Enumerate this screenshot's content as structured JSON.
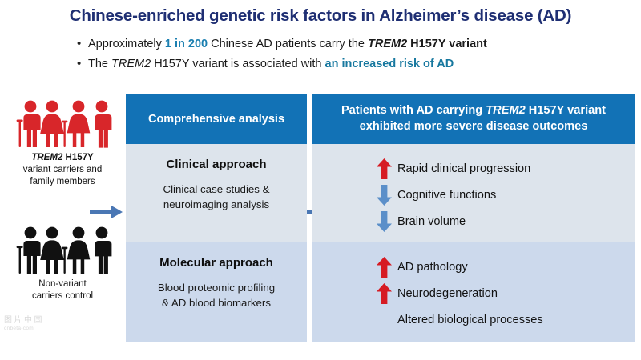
{
  "title": "Chinese-enriched genetic risk factors in Alzheimer’s disease (AD)",
  "colors": {
    "title_navy": "#1f2f73",
    "highlight_teal": "#1b7fb0",
    "header_blue": "#1272b6",
    "panel_top": "#dde4ec",
    "panel_bottom": "#ccd9ec",
    "arrow_blue": "#4a77b4",
    "up_arrow_red": "#d61b23",
    "down_arrow_blue": "#5b8fc9",
    "figure_red": "#d8262a",
    "figure_black": "#111111"
  },
  "bullets": [
    {
      "marker": "•",
      "segments": [
        {
          "text": "Approximately ",
          "style": "plain"
        },
        {
          "text": "1 in 200",
          "style": "highlight"
        },
        {
          "text": " Chinese AD patients carry the ",
          "style": "plain"
        },
        {
          "text": "TREM2",
          "style": "bold-italic"
        },
        {
          "text": " H157Y variant",
          "style": "bold"
        }
      ]
    },
    {
      "marker": "•",
      "segments": [
        {
          "text": "The ",
          "style": "plain"
        },
        {
          "text": "TREM2",
          "style": "italic"
        },
        {
          "text": " H157Y variant is associated with ",
          "style": "plain"
        },
        {
          "text": "an increased risk of AD",
          "style": "highlight"
        }
      ]
    }
  ],
  "left_column": {
    "variant_group": {
      "icon": "family-group-red-icon",
      "caption_bold": "TREM2 H157Y",
      "caption_line1": "variant carriers and",
      "caption_line2": "family members"
    },
    "control_group": {
      "icon": "family-group-black-icon",
      "caption_line1": "Non-variant",
      "caption_line2": "carriers control"
    }
  },
  "flow_arrows": [
    {
      "name": "arrow-left-to-analysis",
      "icon": "arrow-right-icon"
    },
    {
      "name": "arrow-analysis-to-outcomes",
      "icon": "arrow-right-icon"
    }
  ],
  "column_analysis": {
    "header": "Comprehensive analysis",
    "panels": [
      {
        "heading": "Clinical approach",
        "line1": "Clinical case studies &",
        "line2": "neuroimaging analysis"
      },
      {
        "heading": "Molecular approach",
        "line1": "Blood proteomic profiling",
        "line2": "& AD blood biomarkers"
      }
    ]
  },
  "column_outcomes": {
    "header_line1_a": "Patients with AD carrying ",
    "header_line1_gene": "TREM2",
    "header_line1_b": " H157Y variant",
    "header_line2": "exhibited more severe disease outcomes",
    "clinical_outcomes": [
      {
        "icon": "arrow-up-red-icon",
        "direction": "up",
        "color": "red",
        "label": "Rapid clinical progression"
      },
      {
        "icon": "arrow-down-blue-icon",
        "direction": "down",
        "color": "blue",
        "label": "Cognitive functions"
      },
      {
        "icon": "arrow-down-blue-icon",
        "direction": "down",
        "color": "blue",
        "label": "Brain volume"
      }
    ],
    "molecular_outcomes": [
      {
        "icon": "arrow-up-red-icon",
        "direction": "up",
        "color": "red",
        "label": "AD pathology"
      },
      {
        "icon": "arrow-up-red-icon",
        "direction": "up",
        "color": "red",
        "label": "Neurodegeneration"
      },
      {
        "icon": "none",
        "direction": "none",
        "color": "none",
        "label": "Altered biological processes"
      }
    ]
  },
  "watermark": {
    "glyphs": "图片中国",
    "url": "cnbeta-com"
  }
}
